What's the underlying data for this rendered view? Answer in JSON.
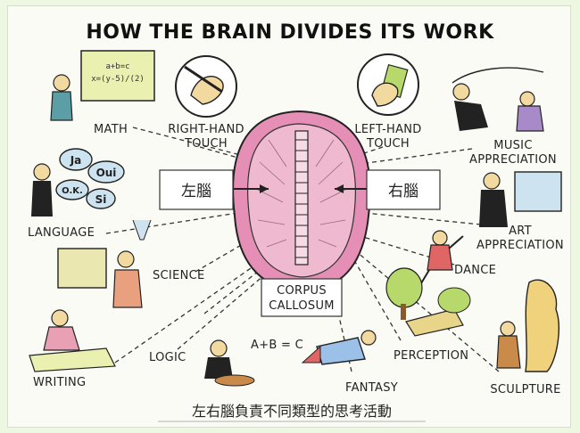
{
  "title": "HOW THE BRAIN DIVIDES ITS WORK",
  "left_brain_label": "左腦",
  "right_brain_label": "右腦",
  "corpus_label_line1": "CORPUS",
  "corpus_label_line2": "CALLOSUM",
  "right_hand_line1": "RIGHT-HAND",
  "right_hand_line2": "TOUCH",
  "left_hand_line1": "LEFT-HAND",
  "left_hand_line2": "TOUCH",
  "left_functions": {
    "math": "MATH",
    "language": "LANGUAGE",
    "science": "SCIENCE",
    "writing": "WRITING",
    "logic": "LOGIC"
  },
  "right_functions": {
    "music_line1": "MUSIC",
    "music_line2": "APPRECIATION",
    "art_line1": "ART",
    "art_line2": "APPRECIATION",
    "dance": "DANCE",
    "perception": "PERCEPTION",
    "sculpture": "SCULPTURE"
  },
  "fantasy": "FANTASY",
  "logic_formula": "A+B = C",
  "math_board": "x=(y-5)/(2)",
  "speech_bubbles": [
    "Ja",
    "Oui",
    "O.K.",
    "Si"
  ],
  "bottom_caption": "左右腦負責不同類型的思考活動",
  "colors": {
    "brain": "#e58fb6",
    "brain_inner": "#efb9cf",
    "accent_green": "#b7d86a"
  }
}
